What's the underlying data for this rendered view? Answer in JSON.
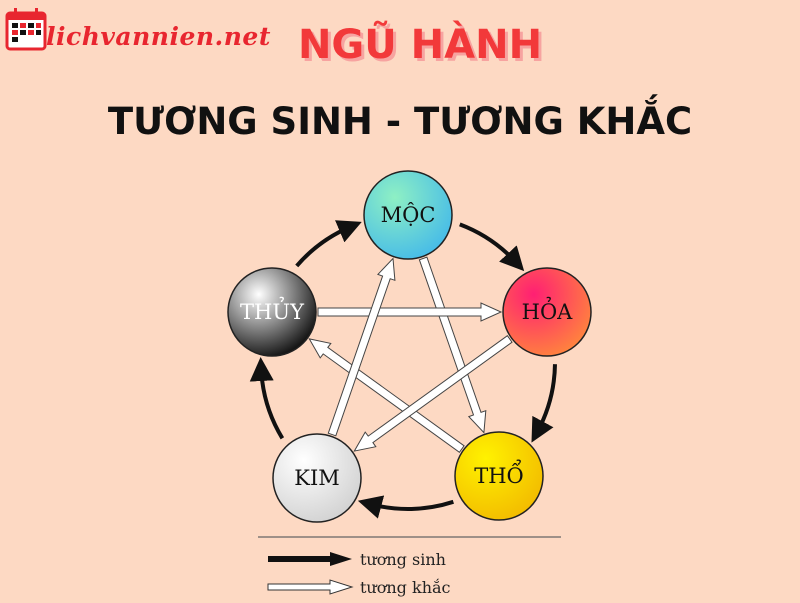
{
  "logo": {
    "text": "lichvannien.net"
  },
  "title": "NGŨ HÀNH",
  "subtitle": "TƯƠNG SINH - TƯƠNG KHẮC",
  "elements": [
    {
      "id": "moc",
      "label": "MỘC",
      "colors": [
        "#8ef0c4",
        "#42b8ea"
      ],
      "text_color": "#111111"
    },
    {
      "id": "hoa",
      "label": "HỎA",
      "colors": [
        "#ff1f73",
        "#ff8a3a"
      ],
      "text_color": "#111111"
    },
    {
      "id": "tho",
      "label": "THỔ",
      "colors": [
        "#fff200",
        "#f2b800"
      ],
      "text_color": "#111111"
    },
    {
      "id": "kim",
      "label": "KIM",
      "colors": [
        "#ffffff",
        "#cfcfcf"
      ],
      "text_color": "#111111"
    },
    {
      "id": "thuy",
      "label": "THỦY",
      "colors": [
        "#ffffff",
        "#000000"
      ],
      "text_color": "#ffffff"
    }
  ],
  "generating_cycle": [
    [
      "moc",
      "hoa"
    ],
    [
      "hoa",
      "tho"
    ],
    [
      "tho",
      "kim"
    ],
    [
      "kim",
      "thuy"
    ],
    [
      "thuy",
      "moc"
    ]
  ],
  "overcoming_cycle": [
    [
      "moc",
      "tho"
    ],
    [
      "tho",
      "thuy"
    ],
    [
      "thuy",
      "hoa"
    ],
    [
      "hoa",
      "kim"
    ],
    [
      "kim",
      "moc"
    ]
  ],
  "legend": {
    "generating": "tương sinh",
    "overcoming": "tương khắc"
  }
}
